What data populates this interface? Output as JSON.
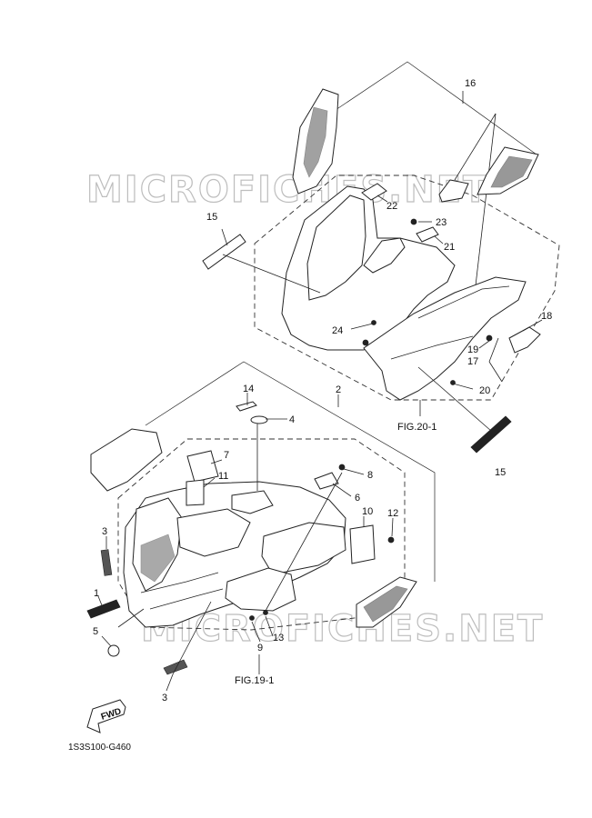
{
  "watermark": {
    "upper": "MICROFICHES.NET",
    "lower": "MICROFICHES.NET"
  },
  "figure_refs": {
    "fig_20_1": "FIG.20-1",
    "fig_19_1": "FIG.19-1"
  },
  "diagram_code": "1S3S100-G460",
  "fwd_label": "FWD",
  "callouts": {
    "c1": "1",
    "c2": "2",
    "c3a": "3",
    "c3b": "3",
    "c4": "4",
    "c5": "5",
    "c6": "6",
    "c7": "7",
    "c8": "8",
    "c9": "9",
    "c10": "10",
    "c11": "11",
    "c12": "12",
    "c13": "13",
    "c14": "14",
    "c15a": "15",
    "c15b": "15",
    "c16": "16",
    "c17": "17",
    "c18": "18",
    "c19": "19",
    "c20": "20",
    "c21": "21",
    "c22": "22",
    "c23": "23",
    "c24": "24"
  },
  "colors": {
    "line": "#222222",
    "watermark": "#bdbdbd",
    "background": "#ffffff"
  }
}
